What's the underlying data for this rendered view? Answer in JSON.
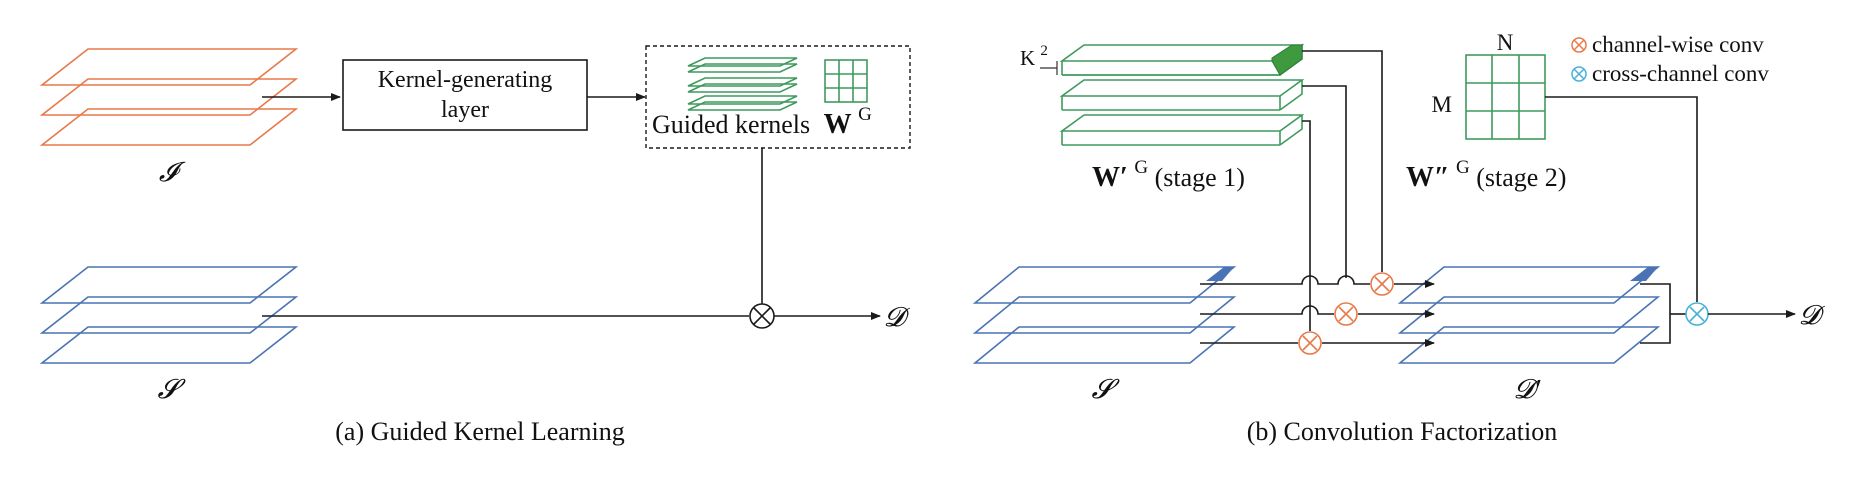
{
  "colors": {
    "orange": "#e8794a",
    "blue": "#4a73b5",
    "green": "#3f9a5e",
    "green_fill": "#3f9a3f",
    "cyan": "#48b2d6",
    "line": "#1a1a1a"
  },
  "panel_a": {
    "input_label": "𝓘",
    "source_label": "𝓢",
    "output_label": "𝓓",
    "kernel_box_line1": "Kernel-generating",
    "kernel_box_line2": "layer",
    "guided_text": "Guided kernels",
    "guided_symbol": "W",
    "guided_sup": "G",
    "caption": "(a) Guided Kernel Learning"
  },
  "panel_b": {
    "k2_label": "K",
    "k2_sup": "2",
    "n_label": "N",
    "m_label": "M",
    "w1_symbol": "W′",
    "w1_sup": "G",
    "w1_text": "(stage 1)",
    "w2_symbol": "W″",
    "w2_sup": "G",
    "w2_text": "(stage 2)",
    "source_label": "𝓢",
    "intermediate_label": "𝓓′",
    "output_label": "𝓓",
    "legend_channel": "channel-wise conv",
    "legend_cross": "cross-channel conv",
    "caption": "(b) Convolution Factorization"
  }
}
